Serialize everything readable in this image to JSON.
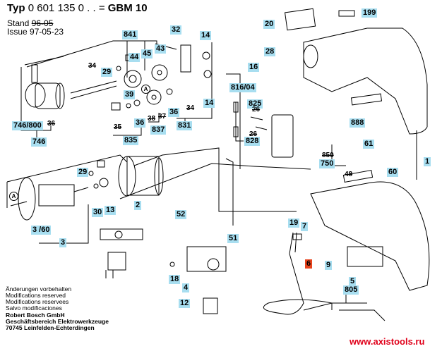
{
  "header": {
    "typ_prefix": "Typ",
    "typ_number": "0 601 135 0 . . =",
    "model": "GBM 10",
    "stand_label": "Stand",
    "stand_value": "96-05",
    "issue_label": "Issue",
    "issue_value": "97-05-23"
  },
  "labels": {
    "l841": "841",
    "l44": "44",
    "l45": "45",
    "l43": "43",
    "l32": "32",
    "l14a": "14",
    "l14b": "14",
    "l29a": "29",
    "l39": "39",
    "l36a": "36",
    "l36b": "36",
    "l835": "835",
    "l837": "837",
    "l831": "831",
    "l746_800": "746/800",
    "l746": "746",
    "l16": "16",
    "l816_04": "816/04",
    "l825": "825",
    "l828": "828",
    "l20": "20",
    "l199": "199",
    "l28": "28",
    "l888": "888",
    "l61": "61",
    "l850": "850",
    "l750": "750",
    "l60": "60",
    "l1": "1",
    "l29b": "29",
    "l30": "30",
    "l13": "13",
    "l2": "2",
    "l3_60": "3 /60",
    "l3": "3",
    "l52": "52",
    "l51": "51",
    "l18": "18",
    "l4": "4",
    "l12": "12",
    "l19": "19",
    "l7": "7",
    "l6": "6",
    "l9": "9",
    "l5": "5",
    "l805": "805"
  },
  "crossed_labels": {
    "x34a": "34",
    "x36": "36",
    "x35": "35",
    "x38": "38",
    "x37": "37",
    "x34b": "34",
    "x26a": "26",
    "x26b": "26",
    "x888": "",
    "x48": "48"
  },
  "markers": {
    "a1": "A",
    "a2": "A"
  },
  "highlight_colors": {
    "label_bg": "#a8def0",
    "highlight_bg": "#e8431c",
    "url_color": "#e0001a"
  },
  "footer": {
    "lines": [
      "Änderungen vorbehalten",
      "Modifications reserved",
      "Modifications reservees",
      "Salvo modificaciones"
    ],
    "company": [
      "Robert Bosch GmbH",
      "Geschäftsbereich Elektrowerkzeuge",
      "70745 Leinfelden-Echterdingen"
    ]
  },
  "watermark": "www.axistools.ru"
}
